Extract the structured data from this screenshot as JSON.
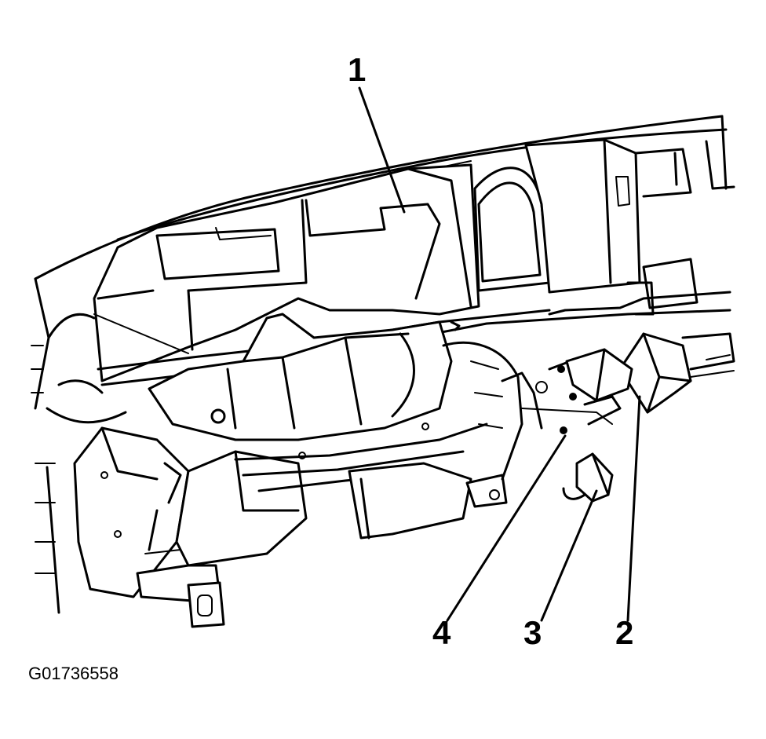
{
  "callouts": [
    {
      "id": "1",
      "label": "1"
    },
    {
      "id": "2",
      "label": "2"
    },
    {
      "id": "3",
      "label": "3"
    },
    {
      "id": "4",
      "label": "4"
    }
  ],
  "figure_id": "G01736558"
}
